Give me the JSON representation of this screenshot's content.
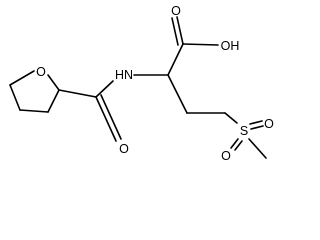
{
  "molecule": {
    "atoms": {
      "ring_oxygen": "O",
      "amide_nitrogen": "HN",
      "carbonyl_oxygen": "O",
      "hydroxyl": "OH",
      "acid_oxygen": "O",
      "sulfur": "S",
      "sulfonyl_oxygen_upper": "O",
      "sulfonyl_oxygen_lower": "O"
    },
    "bond_color": "#000000"
  }
}
